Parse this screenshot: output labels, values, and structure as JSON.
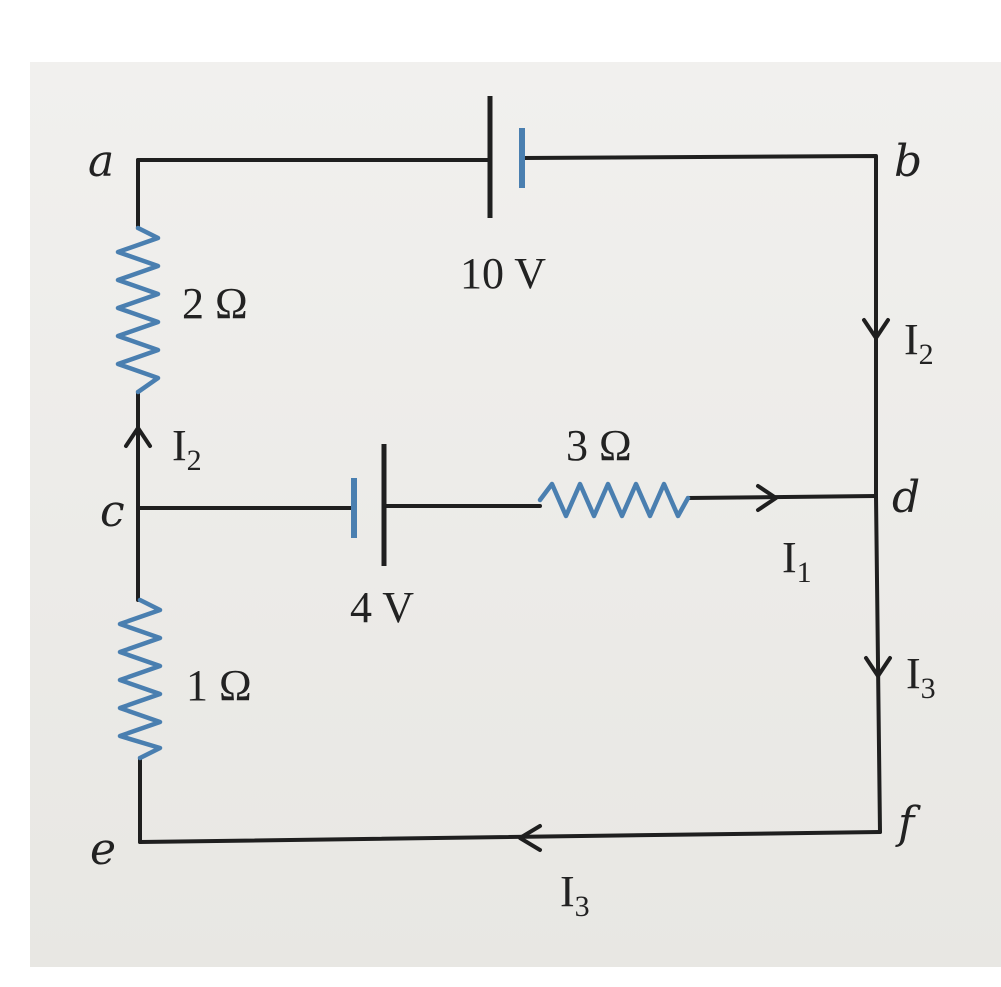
{
  "diagram": {
    "nodes": {
      "a": "a",
      "b": "b",
      "c": "c",
      "d": "d",
      "e": "e",
      "f": "f"
    },
    "components": {
      "battery_top": "10 V",
      "battery_middle": "4 V",
      "resistor_ac": "2 Ω",
      "resistor_cd": "3 Ω",
      "resistor_ce": "1 Ω"
    },
    "currents": {
      "i2_right": {
        "main": "I",
        "sub": "2"
      },
      "i2_left": {
        "main": "I",
        "sub": "2"
      },
      "i1": {
        "main": "I",
        "sub": "1"
      },
      "i3_right": {
        "main": "I",
        "sub": "3"
      },
      "i3_bottom": {
        "main": "I",
        "sub": "3"
      }
    },
    "colors": {
      "wire": "#1f1f1f",
      "component_accent": "#4a7fb0",
      "paper": "#eceae7"
    }
  }
}
